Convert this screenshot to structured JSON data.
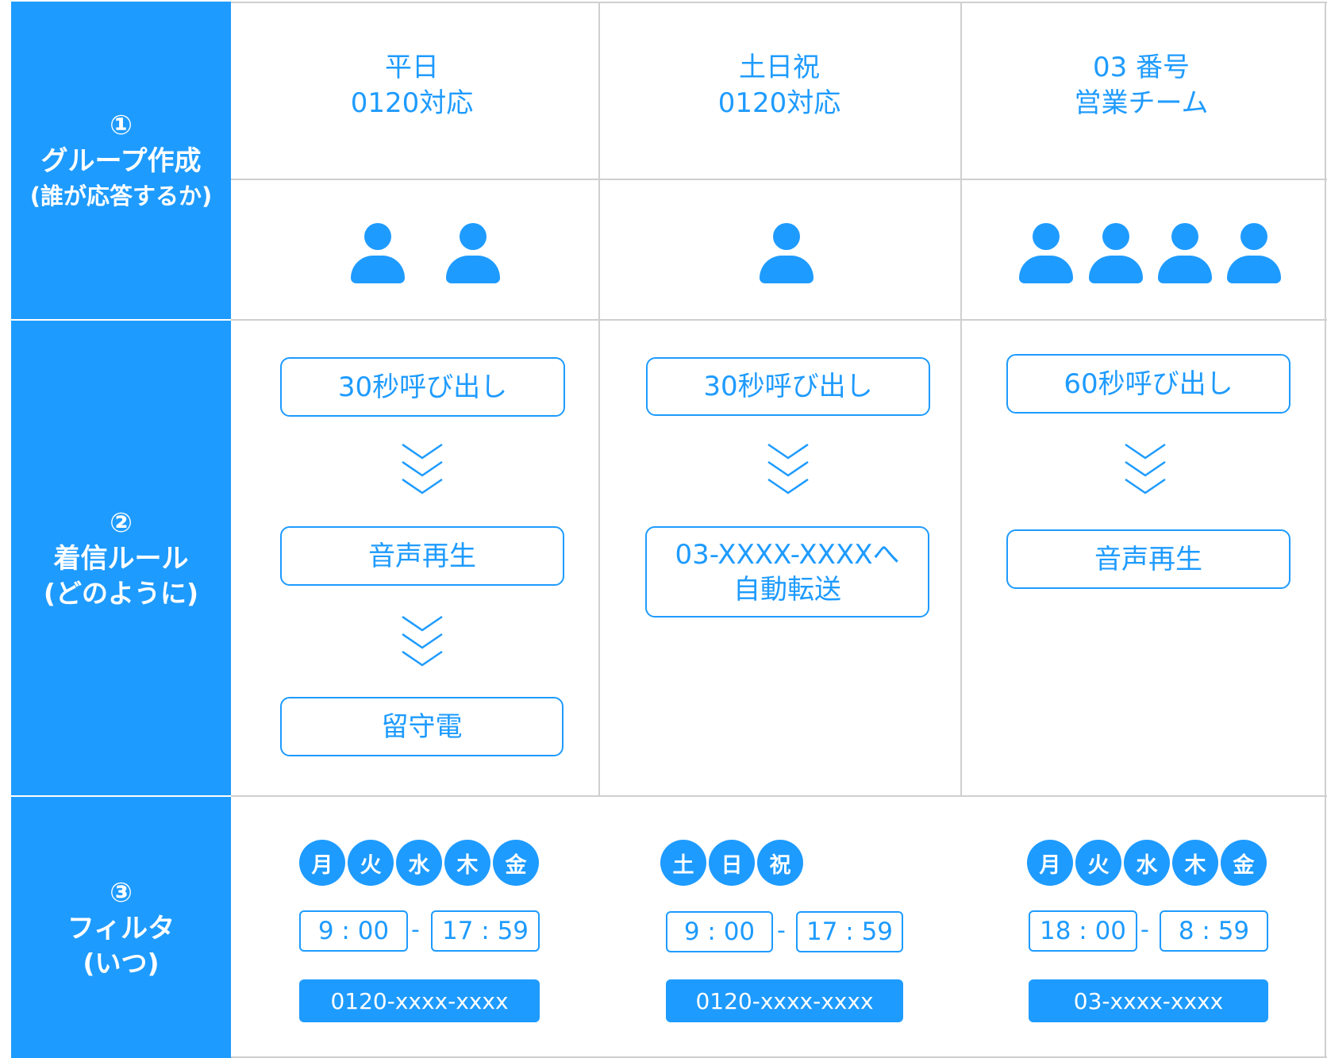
{
  "rows": [
    {
      "num": "①",
      "title": "グループ作成",
      "sub": "(誰が応答するか)"
    },
    {
      "num": "②",
      "title": "着信ルール",
      "sub": "(どのように)"
    },
    {
      "num": "③",
      "title": "フィルタ",
      "sub": "(いつ)"
    }
  ],
  "groups": [
    {
      "title_line1": "平日",
      "title_line2": "0120対応",
      "members": 2
    },
    {
      "title_line1": "土日祝",
      "title_line2": "0120対応",
      "members": 1
    },
    {
      "title_line1": "03 番号",
      "title_line2": "営業チーム",
      "members": 4
    }
  ],
  "rules": [
    {
      "steps": [
        {
          "lines": [
            "30秒呼び出し"
          ]
        },
        {
          "lines": [
            "音声再生"
          ]
        },
        {
          "lines": [
            "留守電"
          ]
        }
      ]
    },
    {
      "steps": [
        {
          "lines": [
            "30秒呼び出し"
          ]
        },
        {
          "lines": [
            "03-XXXX-XXXXへ",
            "自動転送"
          ]
        }
      ]
    },
    {
      "steps": [
        {
          "lines": [
            "60秒呼び出し"
          ]
        },
        {
          "lines": [
            "音声再生"
          ]
        }
      ]
    }
  ],
  "filters": [
    {
      "days": [
        "月",
        "火",
        "水",
        "木",
        "金"
      ],
      "start": "9 : 00",
      "end": "17 : 59",
      "number": "0120-xxxx-xxxx"
    },
    {
      "days": [
        "土",
        "日",
        "祝"
      ],
      "start": "9 : 00",
      "end": "17 : 59",
      "number": "0120-xxxx-xxxx"
    },
    {
      "days": [
        "月",
        "火",
        "水",
        "木",
        "金"
      ],
      "start": "18 : 00",
      "end": "8 : 59",
      "number": "03-xxxx-xxxx"
    }
  ],
  "time_separator": "-",
  "colors": {
    "accent": "#1e9bff",
    "border": "#cfcfcf"
  }
}
